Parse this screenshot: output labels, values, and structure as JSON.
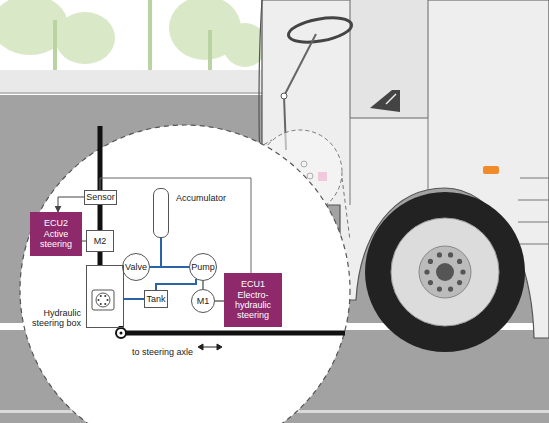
{
  "diagram": {
    "nodes": [
      {
        "text": [
          "Sensor"
        ]
      },
      {
        "text": [
          "ECU2 Active steering"
        ]
      },
      {
        "text": [
          "M2"
        ]
      },
      {
        "text": [
          "Accumulator"
        ]
      },
      {
        "text": [
          "Valve"
        ]
      },
      {
        "text": [
          "Pump"
        ]
      },
      {
        "text": [
          "Hydraulic steering box"
        ]
      },
      {
        "text": [
          "Tank"
        ]
      },
      {
        "text": [
          "M1"
        ]
      },
      {
        "text": [
          "ECU1 Electro-hydraulic steering"
        ]
      }
    ],
    "edges": [
      {
        "from": 0,
        "to": 1,
        "arrow": "to"
      },
      {
        "from": 1,
        "to": 2,
        "arrow": "none"
      },
      {
        "from": 2,
        "to": 6,
        "arrow": "none"
      },
      {
        "from": 6,
        "to": 4,
        "arrow": "none"
      },
      {
        "from": 4,
        "to": 5,
        "arrow": "none"
      },
      {
        "from": 3,
        "to": 5,
        "arrow": "none"
      },
      {
        "from": 5,
        "to": 7,
        "arrow": "none"
      },
      {
        "from": 7,
        "to": 6,
        "arrow": "none"
      },
      {
        "from": 5,
        "to": 8,
        "arrow": "none"
      },
      {
        "from": 8,
        "to": 9,
        "arrow": "none"
      },
      {
        "from": 0,
        "to": 9,
        "arrow": "none"
      }
    ],
    "labels": [
      "to steering axle"
    ]
  }
}
